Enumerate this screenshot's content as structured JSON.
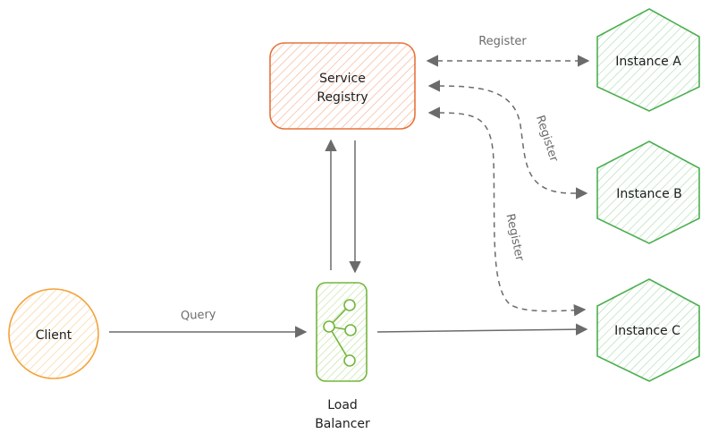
{
  "diagram": {
    "nodes": {
      "registry": {
        "line1": "Service",
        "line2": "Registry"
      },
      "instance_a": {
        "label": "Instance A"
      },
      "instance_b": {
        "label": "Instance B"
      },
      "instance_c": {
        "label": "Instance C"
      },
      "client": {
        "label": "Client"
      },
      "load_balancer": {
        "line1": "Load",
        "line2": "Balancer"
      }
    },
    "edges": {
      "register_a": "Register",
      "register_b": "Register",
      "register_c": "Register",
      "query": "Query"
    }
  },
  "colors": {
    "registry_stroke": "#e8733a",
    "registry_fill": "#fde2d6",
    "instance_stroke": "#4caf50",
    "instance_fill": "#dff3e0",
    "client_stroke": "#f4a23a",
    "client_fill": "#fde9c8",
    "lb_stroke": "#74b63c",
    "lb_fill": "#e4f3d4",
    "edge": "#6b6b6b"
  }
}
